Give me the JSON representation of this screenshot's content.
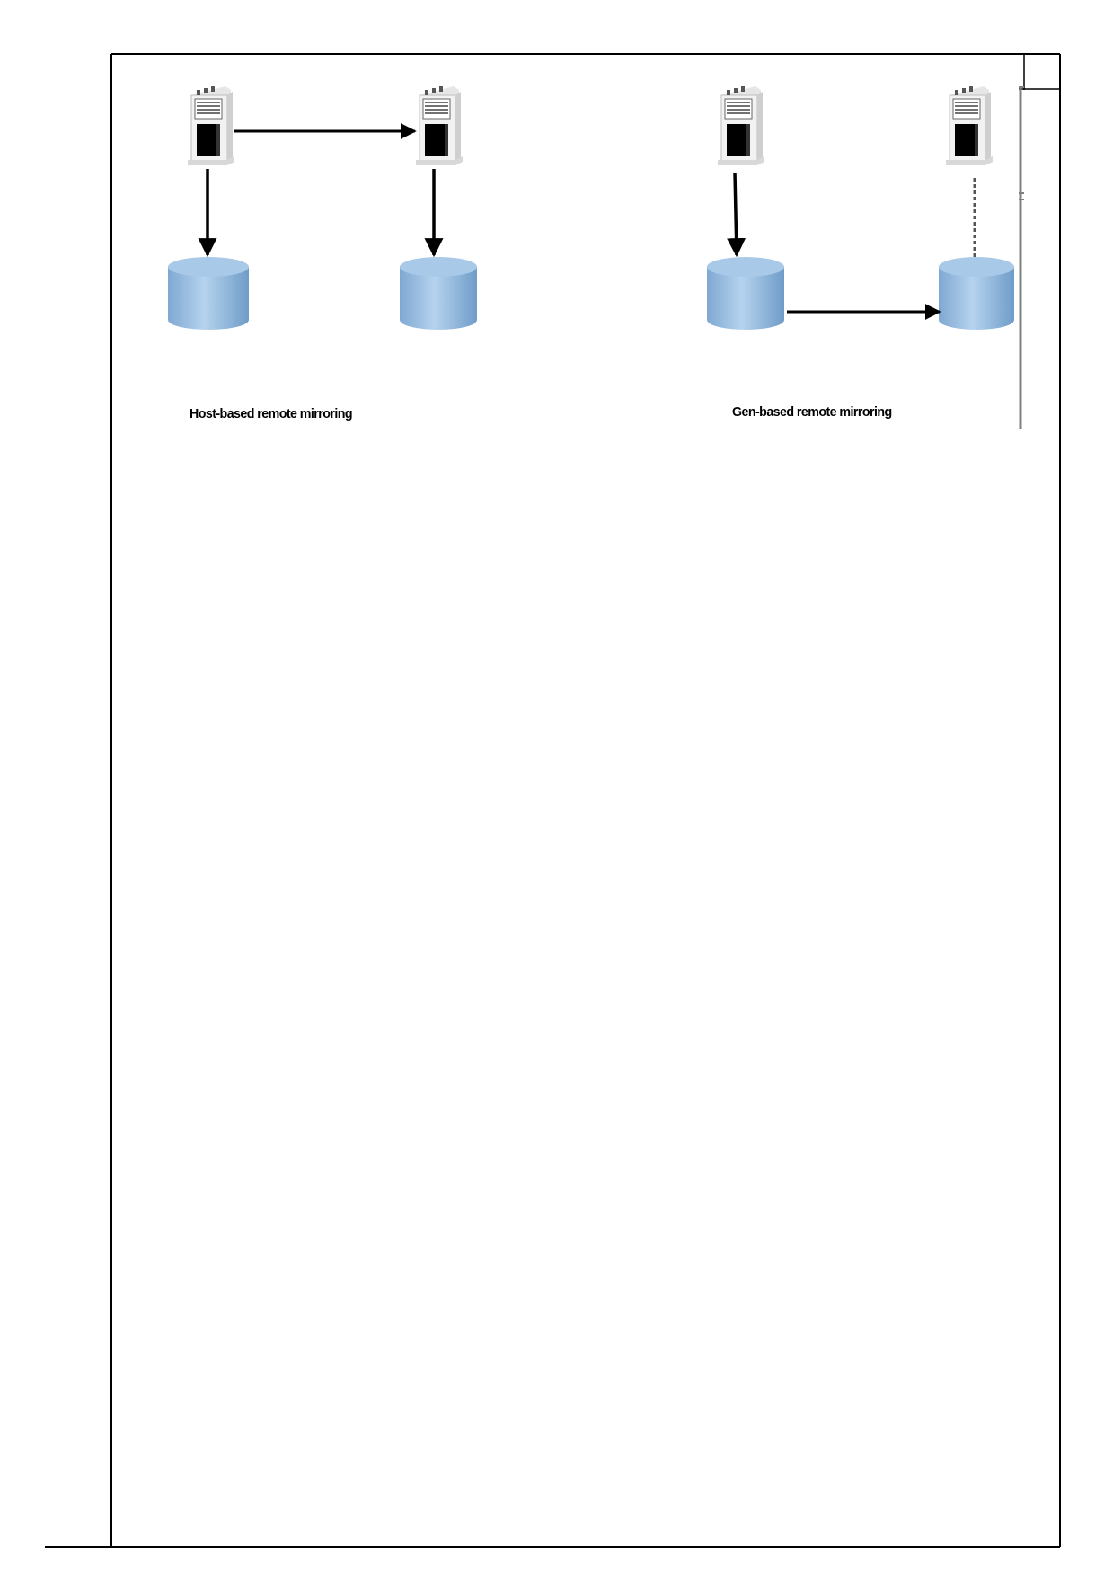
{
  "diagrams": [
    {
      "caption": "Host-based remote mirroring",
      "flows": [
        "server-to-server",
        "server-to-disk",
        "server-to-disk"
      ]
    },
    {
      "caption": "Gen-based remote mirroring",
      "flows": [
        "server-to-disk",
        "disk-to-disk",
        "server-disk-dashed-link"
      ]
    }
  ],
  "icons": {
    "server": "server-tower-icon",
    "disk": "disk-cylinder-icon"
  },
  "colors": {
    "disk_fill_light": "#b5d3ee",
    "disk_fill_dark": "#6f9cc8",
    "disk_top": "#a9c9e8",
    "line": "#000000",
    "frame": "#000000",
    "divider": "#808080"
  }
}
